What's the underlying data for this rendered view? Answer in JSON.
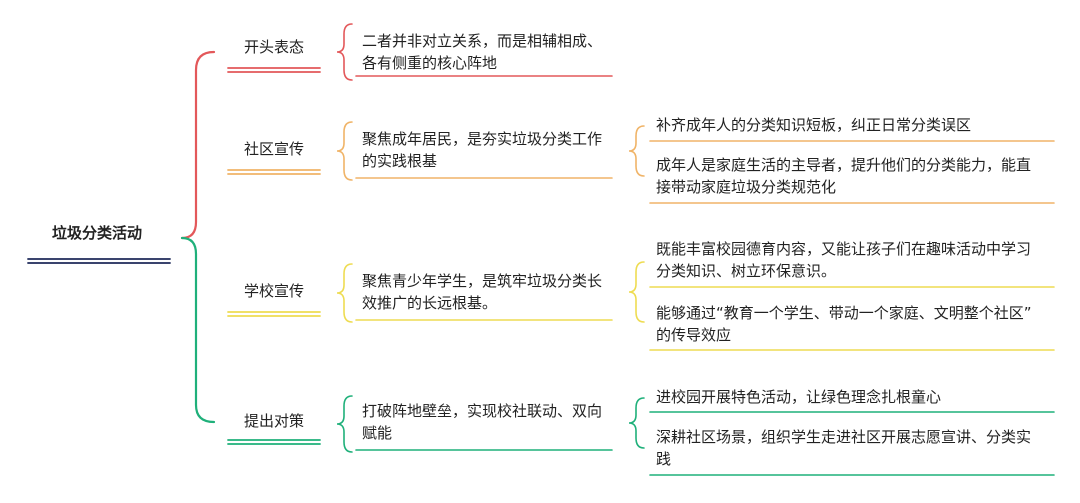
{
  "root": {
    "label": "垃圾分类活动"
  },
  "colors": {
    "red": "#e3585a",
    "green": "#1fb07a",
    "orange": "#f0b468",
    "yellow": "#eedc52",
    "navy": "#1e2a5a"
  },
  "branches": [
    {
      "label": "开头表态",
      "color": "#e3585a",
      "detail": "二者并非对立关系，而是相辅相成、\n各有侧重的核心阵地",
      "subs": []
    },
    {
      "label": "社区宣传",
      "color": "#f0b468",
      "detail": "聚焦成年居民，是夯实垃圾分类工作\n的实践根基",
      "subs": [
        "补齐成年人的分类知识短板，纠正日常分类误区",
        "成年人是家庭生活的主导者，提升他们的分类能力，能直\n接带动家庭垃圾分类规范化"
      ]
    },
    {
      "label": "学校宣传",
      "color": "#eedc52",
      "detail": "聚焦青少年学生，是筑牢垃圾分类长\n效推广的长远根基。",
      "subs": [
        "既能丰富校园德育内容，又能让孩子们在趣味活动中学习\n分类知识、树立环保意识。",
        "能够通过“教育一个学生、带动一个家庭、文明整个社区”\n的传导效应"
      ]
    },
    {
      "label": "提出对策",
      "color": "#1fb07a",
      "detail": "打破阵地壁垒，实现校社联动、双向\n赋能",
      "subs": [
        "进校园开展特色活动，让绿色理念扎根童心",
        "深耕社区场景，组织学生走进社区开展志愿宣讲、分类实\n践"
      ]
    }
  ]
}
